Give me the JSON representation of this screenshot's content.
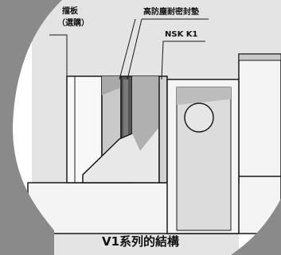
{
  "labels": {
    "plate": "擋板",
    "plate_sub": "（選購）",
    "seal": "高防塵耐密封墊",
    "k1": "NSK K1"
  },
  "caption": "V1系列的結構",
  "colors": {
    "frame": "#8a8a8a",
    "panel": "#e4e4e4",
    "light_block": "#f4f4f4",
    "gray_block": "#c9c9c9",
    "dark_strip": "#555555",
    "inner_gray": "#b0b0b0",
    "outline": "#1a1a1a"
  }
}
